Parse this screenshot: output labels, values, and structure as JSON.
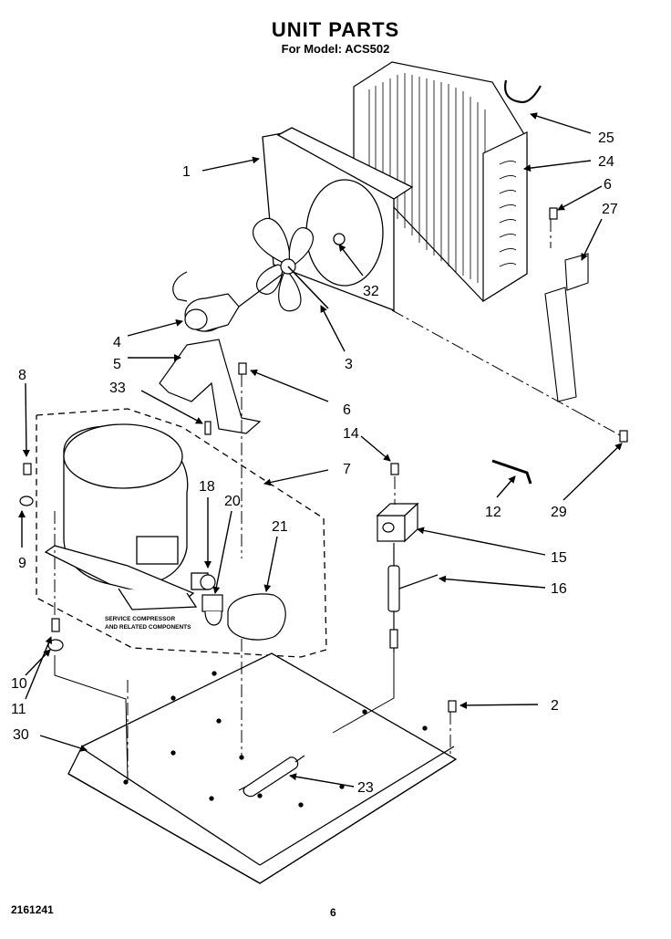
{
  "header": {
    "title": "UNIT PARTS",
    "subtitle": "For Model: ACS502"
  },
  "footer": {
    "doc_number": "2161241",
    "page": "6"
  },
  "note": {
    "line1": "SERVICE COMPRESSOR",
    "line2": "AND RELATED COMPONENTS"
  },
  "callouts": {
    "c1": "1",
    "c2": "2",
    "c3": "3",
    "c4": "4",
    "c5": "5",
    "c6a": "6",
    "c6b": "6",
    "c7": "7",
    "c8": "8",
    "c9": "9",
    "c10": "10",
    "c11": "11",
    "c12": "12",
    "c14": "14",
    "c15": "15",
    "c16": "16",
    "c18": "18",
    "c20": "20",
    "c21": "21",
    "c23": "23",
    "c24": "24",
    "c25": "25",
    "c27": "27",
    "c29": "29",
    "c30": "30",
    "c32": "32",
    "c33": "33"
  },
  "icons": {
    "condenser": "condenser-coil-icon",
    "fan_shroud": "fan-shroud-icon",
    "fan_blade": "fan-blade-icon",
    "fan_motor": "fan-motor-icon",
    "compressor": "compressor-icon",
    "base_pan": "base-pan-icon",
    "solenoid": "solenoid-valve-icon",
    "drier": "filter-drier-icon"
  }
}
